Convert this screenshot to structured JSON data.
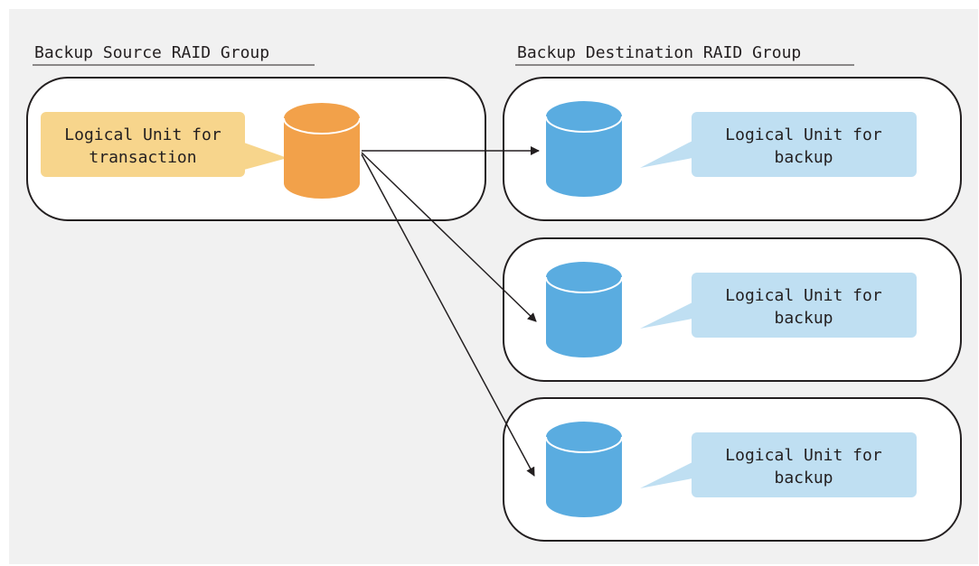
{
  "source_group": {
    "title": "Backup Source RAID Group",
    "unit_label_line1": "Logical Unit for",
    "unit_label_line2": "transaction"
  },
  "destination_group": {
    "title": "Backup Destination RAID Group",
    "units": [
      {
        "label_line1": "Logical Unit for",
        "label_line2": "backup"
      },
      {
        "label_line1": "Logical Unit for",
        "label_line2": "backup"
      },
      {
        "label_line1": "Logical Unit for",
        "label_line2": "backup"
      }
    ]
  },
  "colors": {
    "background": "#f1f1f1",
    "group_fill": "#ffffff",
    "group_stroke": "#231f20",
    "source_disk": "#f2a14a",
    "source_callout": "#f7d58c",
    "dest_disk": "#5aace0",
    "dest_callout": "#bfdff2",
    "arrow": "#231f20"
  }
}
